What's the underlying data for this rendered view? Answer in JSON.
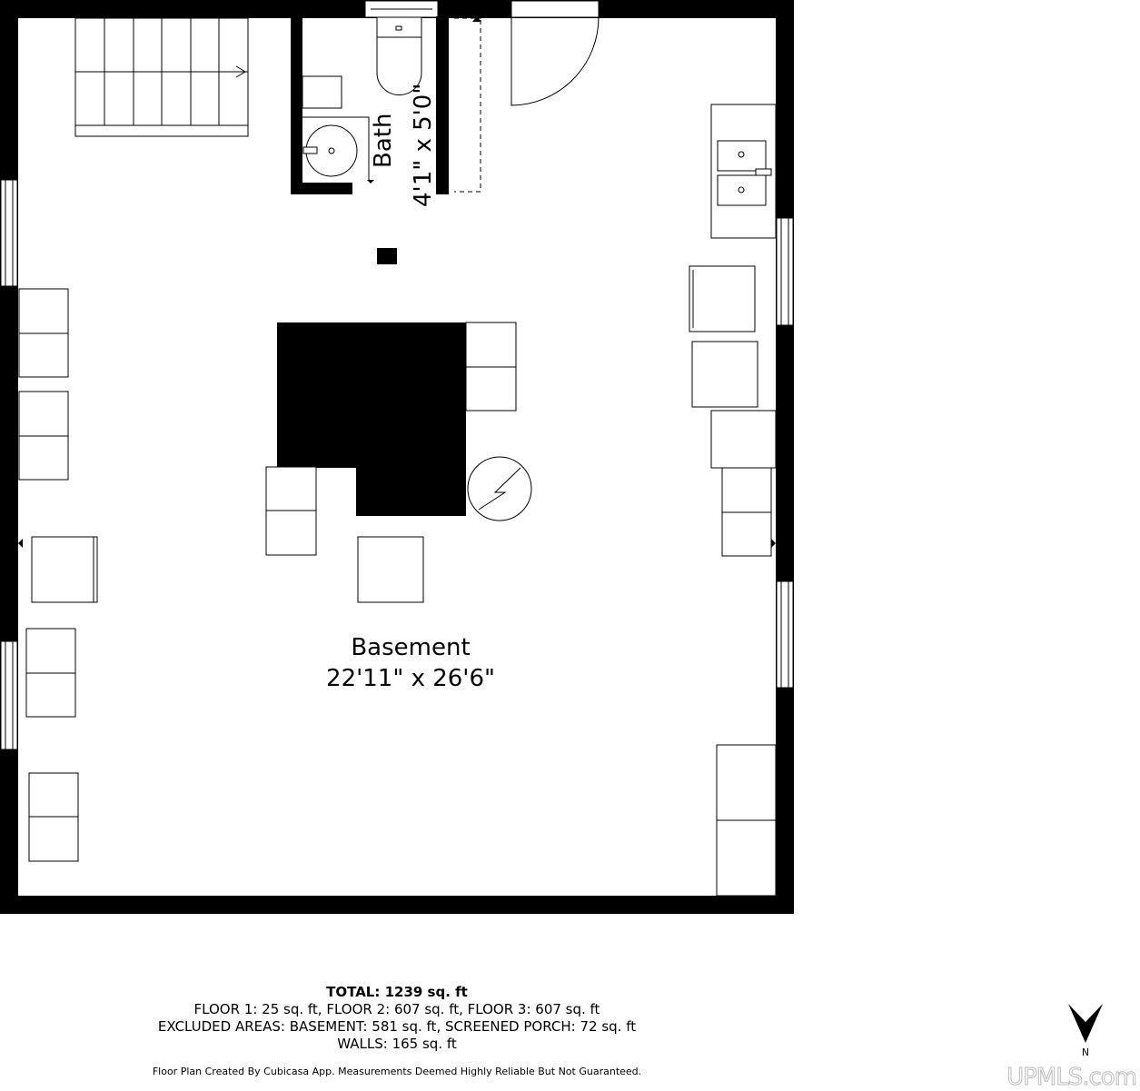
{
  "rooms": {
    "bath": {
      "name": "Bath",
      "dimensions": "4'1\" x 5'0\""
    },
    "basement": {
      "name": "Basement",
      "dimensions": "22'11\" x 26'6\""
    }
  },
  "summary": {
    "total": "TOTAL: 1239 sq. ft",
    "floors": "FLOOR 1: 25 sq. ft, FLOOR 2: 607 sq. ft, FLOOR 3: 607 sq. ft",
    "excluded": "EXCLUDED AREAS: BASEMENT: 581 sq. ft, SCREENED PORCH: 72 sq. ft",
    "walls": "WALLS: 165 sq. ft"
  },
  "disclaimer": "Floor Plan Created By Cubicasa App. Measurements Deemed Highly Reliable But Not Guaranteed.",
  "compass": {
    "label": "N",
    "icon": "north-arrow-icon"
  },
  "watermark": "UPMLS.com",
  "colors": {
    "wall": "#000000",
    "background": "#ffffff"
  }
}
